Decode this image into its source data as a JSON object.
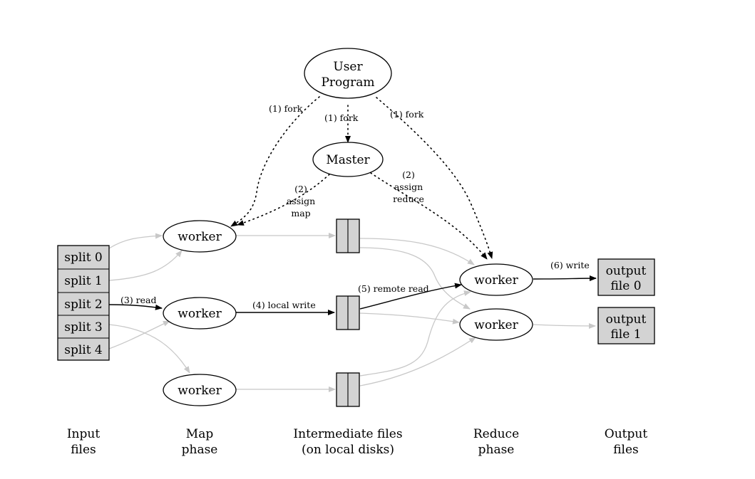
{
  "nodes": {
    "user_program": [
      "User",
      "Program"
    ],
    "master": "Master",
    "map_worker_label": "worker",
    "reduce_worker_label": "worker",
    "splits": [
      "split 0",
      "split 1",
      "split 2",
      "split 3",
      "split 4"
    ],
    "output_files": [
      [
        "output",
        "file 0"
      ],
      [
        "output",
        "file 1"
      ]
    ]
  },
  "edge_labels": {
    "fork_left": "(1) fork",
    "fork_center": "(1) fork",
    "fork_right": "(1) fork",
    "assign_map": [
      "(2)",
      "assign",
      "map"
    ],
    "assign_reduce": [
      "(2)",
      "assign",
      "reduce"
    ],
    "read": "(3) read",
    "local_write": "(4) local write",
    "remote_read": "(5) remote read",
    "write": "(6) write"
  },
  "phases": {
    "input": [
      "Input",
      "files"
    ],
    "map": [
      "Map",
      "phase"
    ],
    "intermediate": [
      "Intermediate files",
      "(on local disks)"
    ],
    "reduce": [
      "Reduce",
      "phase"
    ],
    "output": [
      "Output",
      "files"
    ]
  },
  "colors": {
    "file_fill": "#d3d3d3",
    "active_edge": "#000000",
    "inactive_edge": "#c8c8c8"
  }
}
